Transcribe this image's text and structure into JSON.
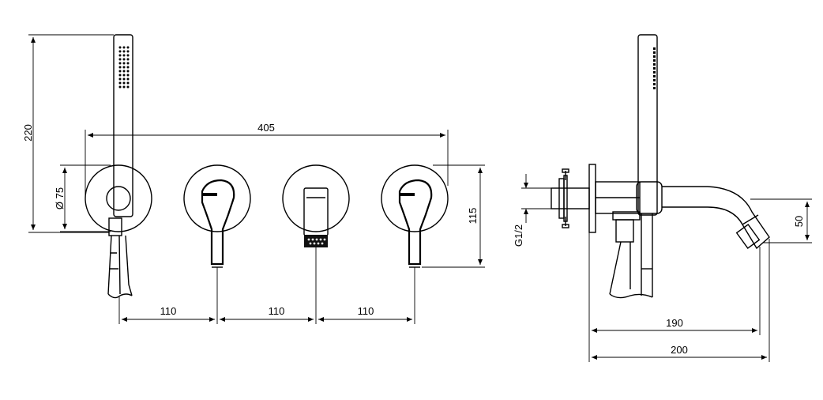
{
  "dimensions": {
    "total_height": "220",
    "plate_diameter": "Ø 75",
    "total_width": "405",
    "spacing_1": "110",
    "spacing_2": "110",
    "spacing_3": "110",
    "front_height": "115",
    "thread_size": "G1/2",
    "spout_drop": "50",
    "spout_reach": "190",
    "total_depth": "200"
  },
  "colors": {
    "line": "#000000",
    "background": "#ffffff"
  }
}
